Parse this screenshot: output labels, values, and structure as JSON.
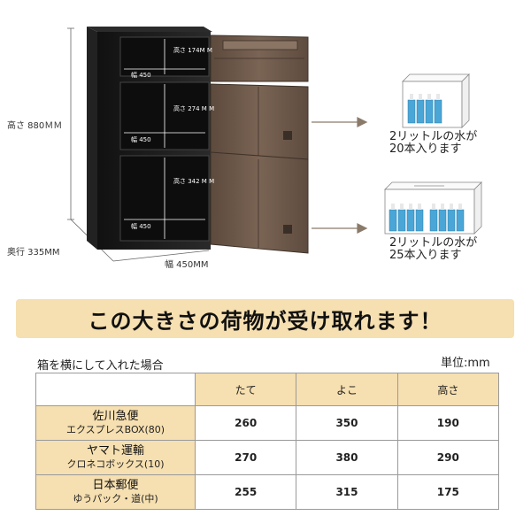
{
  "figure": {
    "dimensions": {
      "height_total": "高さ 880ＭＭ",
      "depth": "奥行 335MM",
      "width_total": "幅 450MM"
    },
    "compartments": [
      {
        "height": "高さ 174M M",
        "width": "幅 450"
      },
      {
        "height": "高さ 274 M M",
        "width": "幅 450"
      },
      {
        "height": "高さ 342 M M",
        "width": "幅 450"
      }
    ],
    "callouts": [
      {
        "line1": "2リットルの水が",
        "line2": "20本入ります"
      },
      {
        "line1": "2リットルの水が",
        "line2": "25本入ります"
      }
    ]
  },
  "banner": {
    "text": "この大きさの荷物が受け取れます！"
  },
  "captions": {
    "left": "箱を横にして入れた場合",
    "unit": "単位:mm"
  },
  "table": {
    "columns": [
      "たて",
      "よこ",
      "高さ"
    ],
    "rows": [
      {
        "carrier": "佐川急便",
        "box": "エクスプレスBOX(80)",
        "values": [
          "260",
          "350",
          "190"
        ]
      },
      {
        "carrier": "ヤマト運輸",
        "box": "クロネコボックス(10)",
        "values": [
          "270",
          "380",
          "290"
        ]
      },
      {
        "carrier": "日本郵便",
        "box": "ゆうパック・道(中)",
        "values": [
          "255",
          "315",
          "175"
        ]
      }
    ]
  },
  "colors": {
    "banner_bg": "#f6dfb0",
    "cabinet_body": "#1a1a1a",
    "door_brown": "#6e5a4a"
  }
}
